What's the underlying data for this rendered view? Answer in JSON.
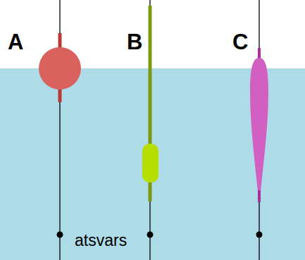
{
  "diagram": {
    "labels": [
      "A",
      "B",
      "C",
      "atsvars"
    ]
  }
}
